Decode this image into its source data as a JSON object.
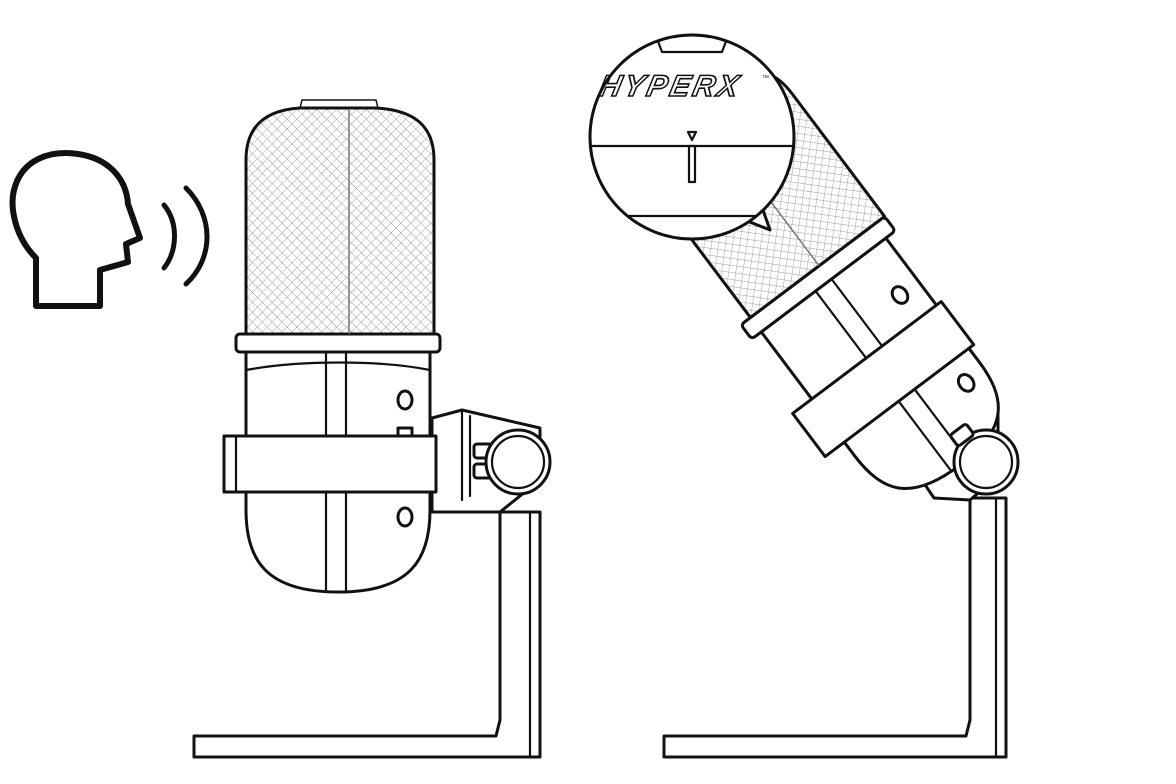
{
  "figure": {
    "logo_text": "HYPERX",
    "trademark": "™",
    "icons": [
      "speaking-head-icon",
      "sound-waves-icon",
      "microphone-front-view",
      "microphone-tilted-view",
      "logo-callout-magnifier"
    ],
    "colors": {
      "line": "#111111",
      "background": "#ffffff",
      "mesh": "#9a9a9a"
    }
  }
}
